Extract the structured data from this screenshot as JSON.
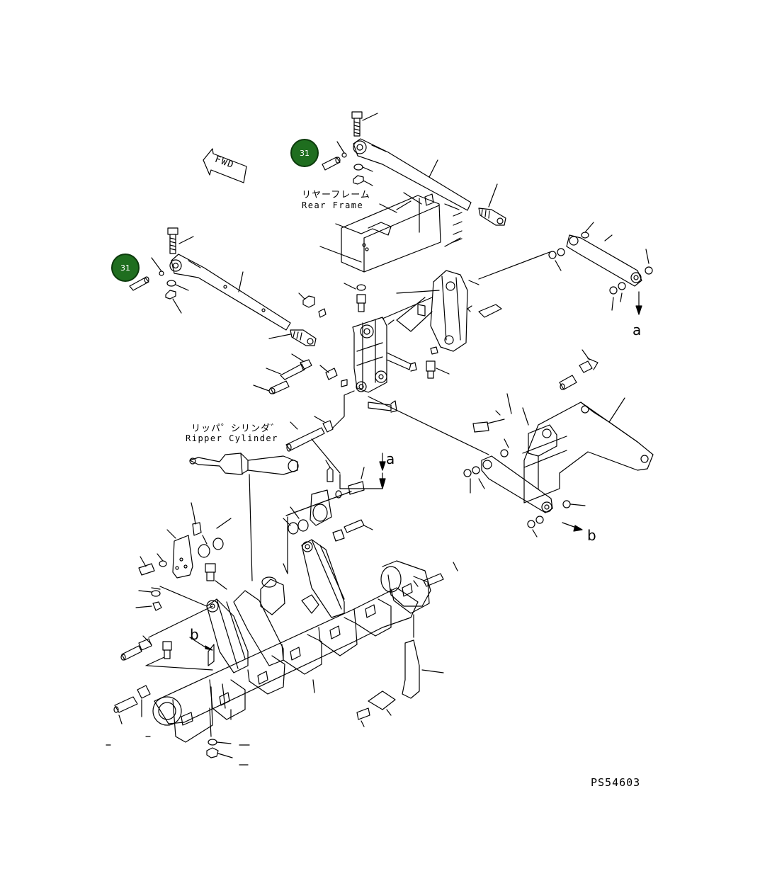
{
  "labels": {
    "rear_frame_jp": "リヤーフレーム",
    "rear_frame_en": "Rear Frame",
    "ripper_cylinder_jp": "リッパ゜シリンダ゛",
    "ripper_cylinder_en": "Ripper Cylinder",
    "fwd": "FWD",
    "ref_a_top": "a",
    "ref_a_mid": "a",
    "ref_b_right": "b",
    "ref_b_left": "b",
    "drawing_code": "PS54603"
  },
  "callouts": [
    {
      "number": "31",
      "color": "#1f6e1f"
    },
    {
      "number": "31",
      "color": "#1f6e1f"
    }
  ]
}
